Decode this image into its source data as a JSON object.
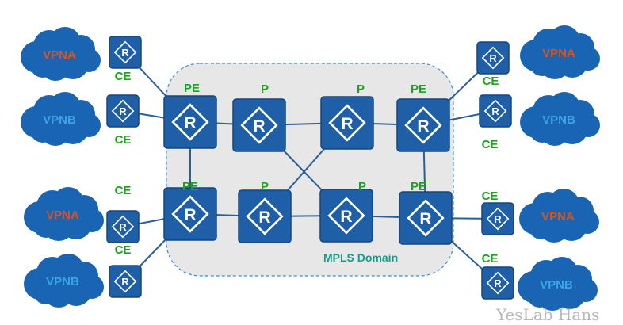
{
  "diagram": {
    "domain_label": "MPLS Domain",
    "watermark": "YesLab Hans",
    "colors": {
      "router_fill": "#1f5fa8",
      "router_stroke": "#16467f",
      "cloud_fill": "#1a64b4",
      "label_green": "#1aa51a",
      "vpna_text": "#d9531e",
      "vpnb_text": "#3aa6e6",
      "domain_fill": "#e7e7e7",
      "domain_border": "#3a8fd6"
    },
    "icon": "router-icon",
    "core_routers": [
      {
        "id": "pe1",
        "label": "PE"
      },
      {
        "id": "p1",
        "label": "P"
      },
      {
        "id": "p2",
        "label": "P"
      },
      {
        "id": "pe2",
        "label": "PE"
      },
      {
        "id": "pe3",
        "label": "PE"
      },
      {
        "id": "p3",
        "label": "P"
      },
      {
        "id": "p4",
        "label": "P"
      },
      {
        "id": "pe4",
        "label": "PE"
      }
    ],
    "ce_routers": [
      {
        "id": "ce1",
        "label": "CE"
      },
      {
        "id": "ce2",
        "label": "CE"
      },
      {
        "id": "ce3",
        "label": "CE"
      },
      {
        "id": "ce4",
        "label": "CE"
      },
      {
        "id": "ce5",
        "label": "CE"
      },
      {
        "id": "ce6",
        "label": "CE"
      },
      {
        "id": "ce7",
        "label": "CE"
      },
      {
        "id": "ce8",
        "label": "CE"
      }
    ],
    "clouds": [
      {
        "id": "c1",
        "label": "VPNA"
      },
      {
        "id": "c2",
        "label": "VPNB"
      },
      {
        "id": "c3",
        "label": "VPNA"
      },
      {
        "id": "c4",
        "label": "VPNB"
      },
      {
        "id": "c5",
        "label": "VPNA"
      },
      {
        "id": "c6",
        "label": "VPNB"
      },
      {
        "id": "c7",
        "label": "VPNA"
      },
      {
        "id": "c8",
        "label": "VPNB"
      }
    ],
    "links": [
      [
        "pe1",
        "p1"
      ],
      [
        "p1",
        "p2"
      ],
      [
        "p2",
        "pe2"
      ],
      [
        "pe3",
        "p3"
      ],
      [
        "p3",
        "p4"
      ],
      [
        "p4",
        "pe4"
      ],
      [
        "pe1",
        "pe3"
      ],
      [
        "pe2",
        "pe4"
      ],
      [
        "p1",
        "p4"
      ],
      [
        "p3",
        "p2"
      ],
      [
        "ce1",
        "pe1"
      ],
      [
        "ce2",
        "pe1"
      ],
      [
        "ce3",
        "pe3"
      ],
      [
        "ce4",
        "pe3"
      ],
      [
        "ce5",
        "pe2"
      ],
      [
        "ce6",
        "pe2"
      ],
      [
        "ce7",
        "pe4"
      ],
      [
        "ce8",
        "pe4"
      ]
    ]
  }
}
